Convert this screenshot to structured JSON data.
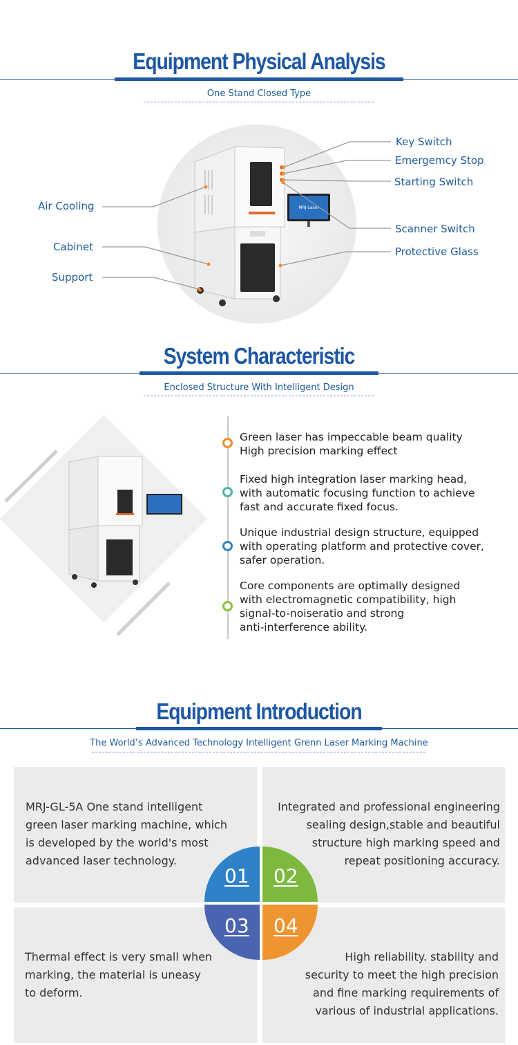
{
  "physical": {
    "title": "Equipment Physical Analysis",
    "subtitle": "One Stand Closed Type",
    "callouts_left": [
      "Air Cooling",
      "Cabinet",
      "Support"
    ],
    "callouts_right": [
      "Key Switch",
      "Emergemcy Stop",
      "Starting Switch",
      "Scanner Switch",
      "Protective Glass"
    ],
    "monitor_brand": "MRJ-Laser"
  },
  "system": {
    "title": "System Characteristic",
    "subtitle": "Enclosed Structure With Intelligent Design",
    "features": [
      {
        "lines": [
          "Green laser has impeccable beam quality",
          "High precision marking effect"
        ],
        "color": "#f08c2a"
      },
      {
        "lines": [
          "Fixed high integration laser marking head,",
          "with automatic focusing function to achieve",
          "fast and accurate fixed focus."
        ],
        "color": "#4ab3a4"
      },
      {
        "lines": [
          "Unique industrial design structure, equipped",
          "with operating platform and protective cover,",
          "safer operation."
        ],
        "color": "#2f86c6"
      },
      {
        "lines": [
          "Core components are optimally designed",
          "with electromagnetic compatibility, high",
          "signal-to-noiseratio and strong",
          "anti-interference ability."
        ],
        "color": "#8dbf3c"
      }
    ]
  },
  "intro": {
    "title": "Equipment Introduction",
    "subtitle": "The World’s Advanced Technology Intelligent Grenn Laser Marking Machine",
    "cards": [
      {
        "num": "01",
        "color": "#2f82c8",
        "lines": [
          "MRJ-GL-5A One stand intelligent",
          "green laser marking machine, which",
          "is developed by the world's most",
          "advanced laser technology."
        ]
      },
      {
        "num": "02",
        "color": "#7cb93e",
        "lines": [
          "Integrated and professional engineering",
          "sealing design,stable and beautiful",
          "structure high marking speed and",
          "repeat positioning accuracy."
        ]
      },
      {
        "num": "03",
        "color": "#4a64b0",
        "lines": [
          "Thermal effect is very small when",
          "marking, the material is uneasy",
          "to deform."
        ]
      },
      {
        "num": "04",
        "color": "#ef9430",
        "lines": [
          "High reliability. stability and",
          "security to meet the high precision",
          "and fine marking requirements of",
          "various of industrial applications."
        ]
      }
    ]
  }
}
